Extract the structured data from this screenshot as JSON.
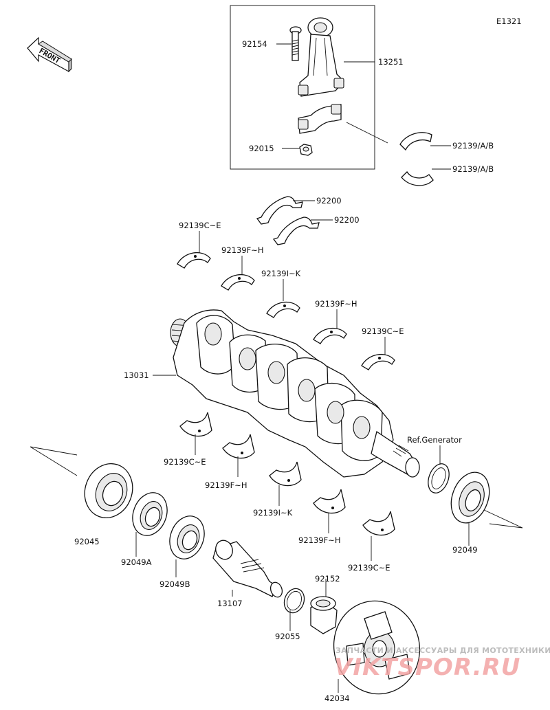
{
  "diagram_code": "E1321",
  "front_label": "FRONT",
  "ref_generator": "Ref.Generator",
  "parts": {
    "p92154": "92154",
    "p13251": "13251",
    "p92015": "92015",
    "p92139ab_1": "92139/A/B",
    "p92139ab_2": "92139/A/B",
    "p92200_1": "92200",
    "p92200_2": "92200",
    "p92139ce_1": "92139C~E",
    "p92139fh_1": "92139F~H",
    "p92139ik_1": "92139I~K",
    "p92139fh_2": "92139F~H",
    "p92139ce_2": "92139C~E",
    "p13031": "13031",
    "p92139ce_3": "92139C~E",
    "p92139fh_3": "92139F~H",
    "p92139ik_2": "92139I~K",
    "p92139fh_4": "92139F~H",
    "p92139ce_4": "92139C~E",
    "p92045": "92045",
    "p92049a": "92049A",
    "p92049b": "92049B",
    "p13107": "13107",
    "p92152": "92152",
    "p92055": "92055",
    "p42034": "42034",
    "p92049": "92049"
  },
  "watermark": {
    "tagline": "ЗАПЧАСТИ И АКСЕССУАРЫ ДЛЯ МОТОТЕХНИКИ",
    "logo": "VIKTSPOR.RU"
  }
}
